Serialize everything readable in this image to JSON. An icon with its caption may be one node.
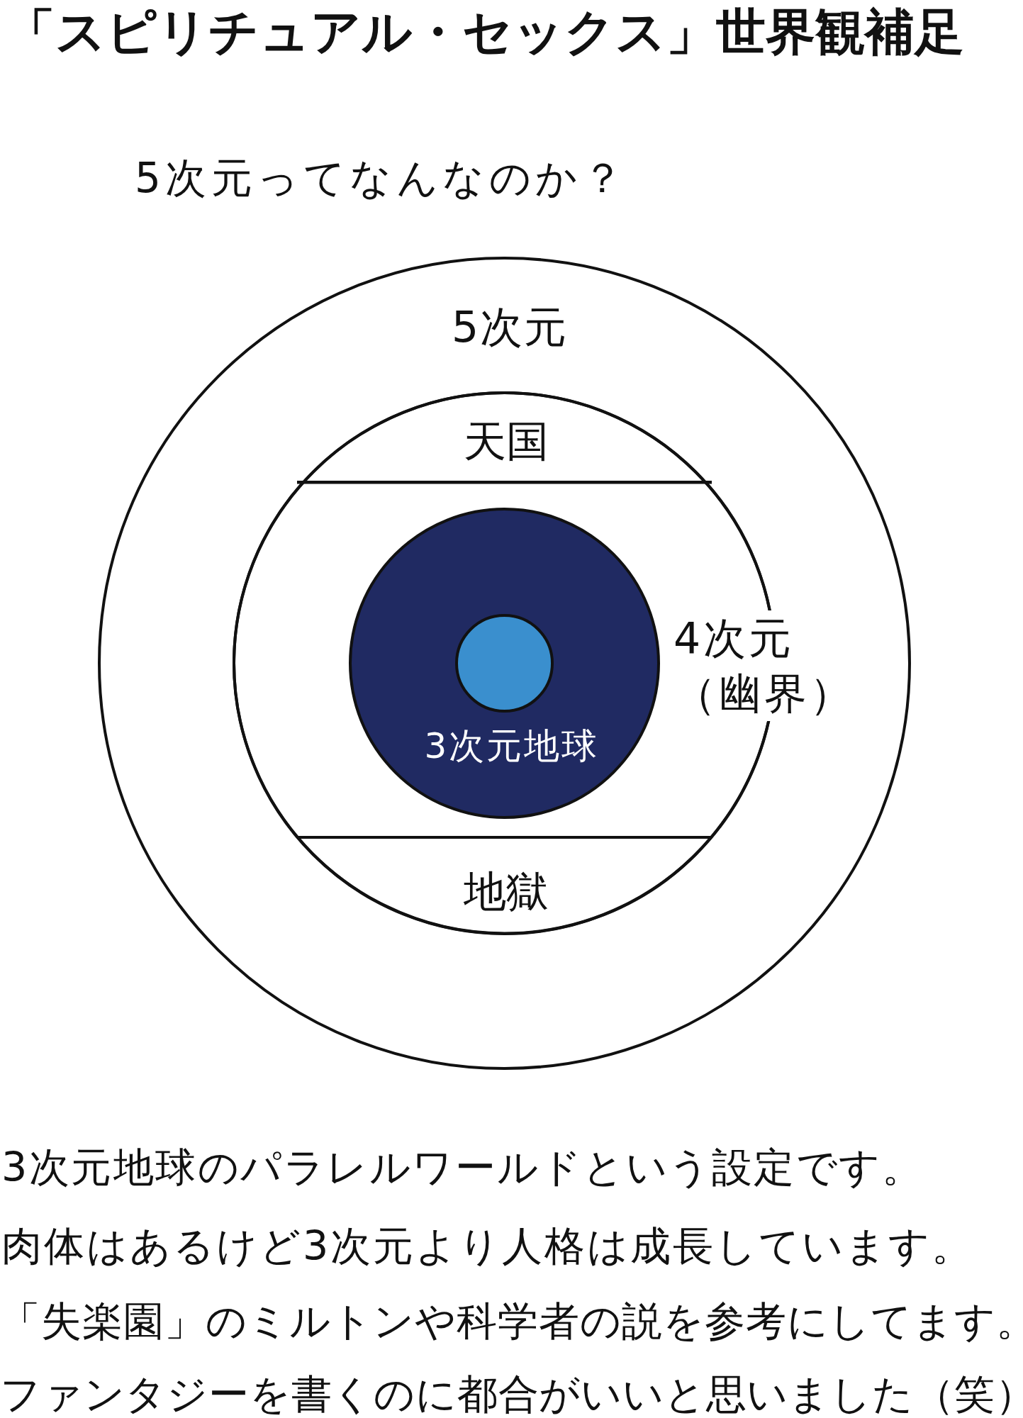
{
  "diagram": {
    "title": "「スピリチュアル・セックス」世界観補足",
    "nodes": [
      {
        "text": [
          "5次元"
        ]
      },
      {
        "text": [],
        "shape": "circle",
        "in": 0
      },
      {
        "text": [
          "天国"
        ],
        "in": 1
      },
      {
        "text": [
          "4次元（幽界）"
        ],
        "in": 1
      },
      {
        "text": [
          "3次元地球"
        ],
        "in": 3
      },
      {
        "text": [],
        "shape": "circle",
        "in": 4
      },
      {
        "text": [
          "地獄"
        ],
        "in": 1
      }
    ],
    "labels": [
      "5次元ってなんなのか？",
      "3次元地球のパラレルワールドという設定です。",
      "肉体はあるけど3次元より人格は成長しています。",
      "「失楽園」のミルトンや科学者の説を参考にしてます。",
      "ファンタジーを書くのに都合がいいと思いました（笑）"
    ]
  }
}
